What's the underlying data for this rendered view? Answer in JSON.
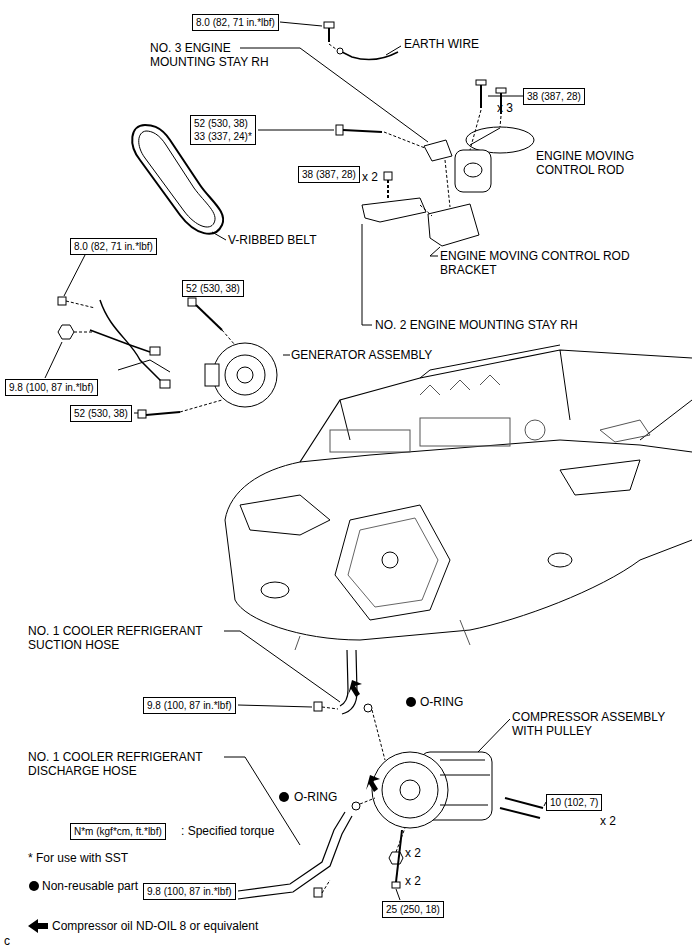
{
  "diagram": {
    "nodes": [
      {
        "text": [
          "8.0 (82, 71 in.*lbf)"
        ]
      },
      {
        "text": [
          "38 (387, 28)"
        ]
      },
      {
        "text": [
          "52 (530, 38)",
          "33 (337, 24)*"
        ]
      },
      {
        "text": [
          "38 (387, 28)"
        ]
      },
      {
        "text": [
          "8.0 (82, 71 in.*lbf)"
        ]
      },
      {
        "text": [
          "52 (530, 38)"
        ]
      },
      {
        "text": [
          "9.8 (100, 87 in.*lbf)"
        ]
      },
      {
        "text": [
          "52 (530, 38)"
        ]
      },
      {
        "text": [
          "9.8 (100, 87 in.*lbf)"
        ]
      },
      {
        "text": [
          "10 (102, 7)"
        ]
      },
      {
        "text": [
          "N*m (kgf*cm, ft.*lbf)"
        ]
      },
      {
        "text": [
          "9.8 (100, 87 in.*lbf)"
        ]
      },
      {
        "text": [
          "25 (250, 18)"
        ]
      }
    ],
    "labels": [
      "EARTH WIRE",
      "NO. 3 ENGINE MOUNTING STAY RH",
      "x 3",
      "ENGINE MOVING CONTROL ROD",
      "x 2",
      "V-RIBBED BELT",
      "ENGINE MOVING CONTROL ROD BRACKET",
      "NO. 2 ENGINE MOUNTING STAY RH",
      "GENERATOR ASSEMBLY",
      "NO. 1 COOLER REFRIGERANT SUCTION HOSE",
      "O-RING",
      "COMPRESSOR ASSEMBLY WITH PULLEY",
      "NO. 1 COOLER REFRIGERANT DISCHARGE HOSE",
      "O-RING",
      "x 2",
      "x 2",
      "x 2",
      "c"
    ],
    "legend": [
      {
        "text": ": Specified torque"
      },
      {
        "text": "* For use with SST"
      },
      {
        "text": "Non-reusable part"
      },
      {
        "text": "Compressor oil ND-OIL 8 or equivalent"
      }
    ]
  }
}
